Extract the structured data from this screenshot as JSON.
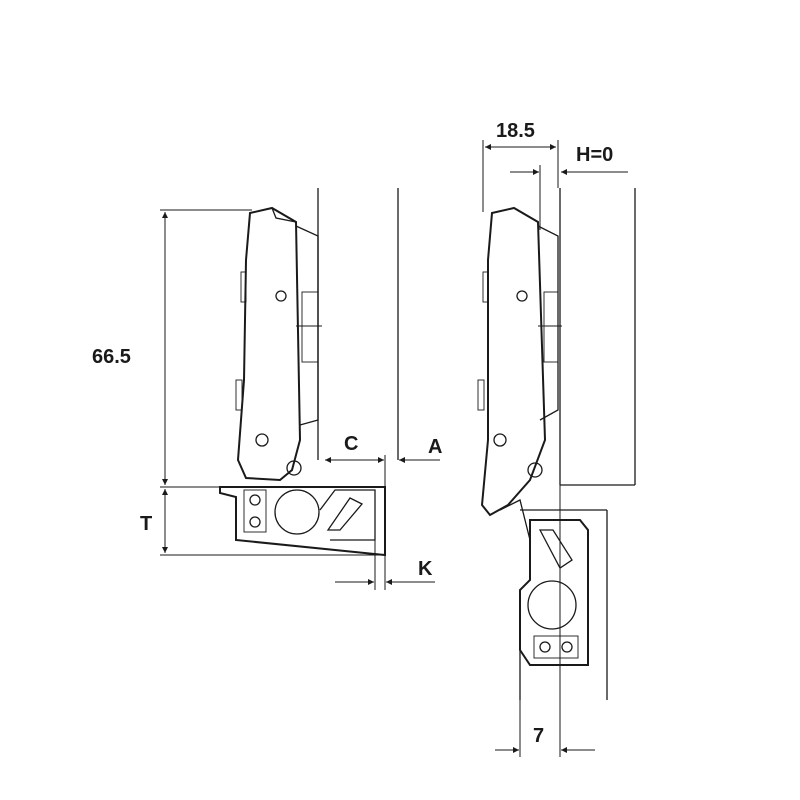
{
  "labels": {
    "overlay_depth": "18.5",
    "h_value": "H=0",
    "height": "66.5",
    "c": "C",
    "a": "A",
    "t": "T",
    "k": "K",
    "offset": "7"
  }
}
